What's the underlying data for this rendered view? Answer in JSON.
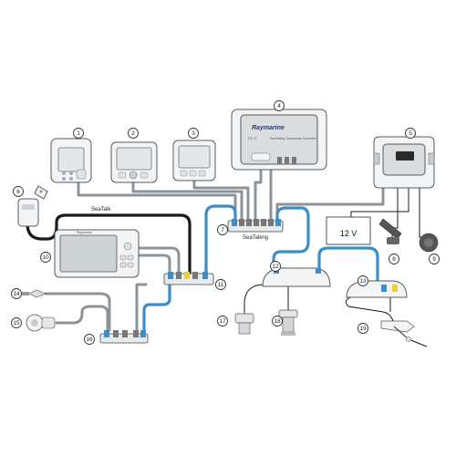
{
  "labels": {
    "seatalk": "SeaTalk",
    "seatalkng": "SeaTalkng",
    "power": "12 V",
    "brand": "Raymarine",
    "gateway_model": "iTC-5",
    "gateway_desc": "SeaTalkng Transducer Converter",
    "display_brand": "Raymarine"
  },
  "callouts": [
    "1",
    "2",
    "3",
    "4",
    "5",
    "6",
    "7",
    "8",
    "9",
    "10",
    "11",
    "12",
    "13",
    "14",
    "15",
    "16",
    "17",
    "18",
    "19"
  ]
}
